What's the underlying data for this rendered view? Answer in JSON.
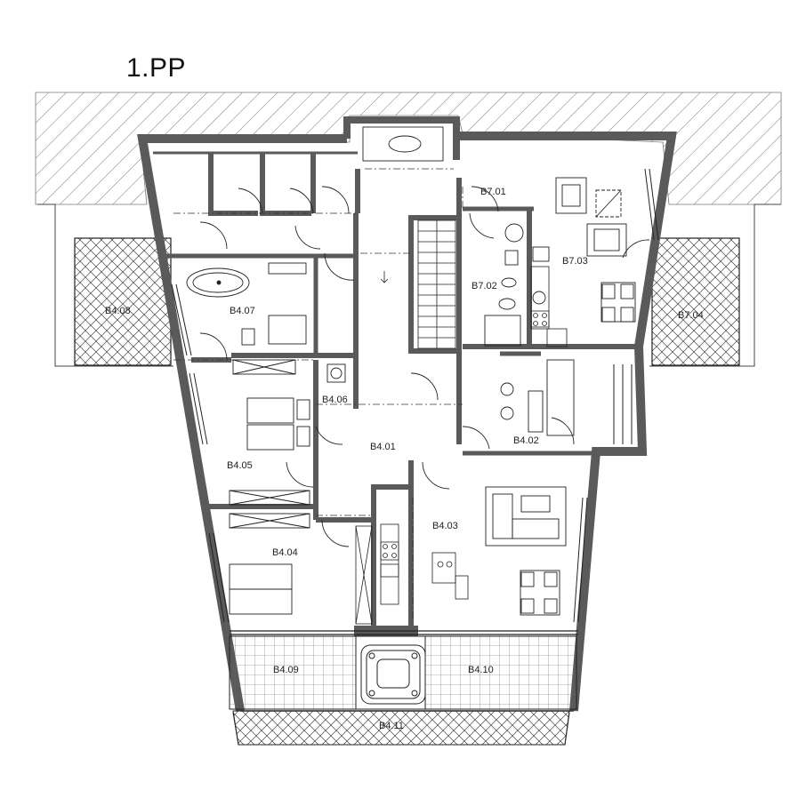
{
  "floor_title": "1.PP",
  "rooms": {
    "b701": "B7.01",
    "b702": "B7.02",
    "b703": "B7.03",
    "b704": "B7.04",
    "b401": "B4.01",
    "b402": "B4.02",
    "b403": "B4.03",
    "b404": "B4.04",
    "b405": "B4.05",
    "b406": "B4.06",
    "b407": "B4.07",
    "b408": "B4.08",
    "b409": "B4.09",
    "b410": "B4.10",
    "b411": "B4.11"
  },
  "colors": {
    "wall": "#5a5a5a",
    "line": "#222222"
  }
}
